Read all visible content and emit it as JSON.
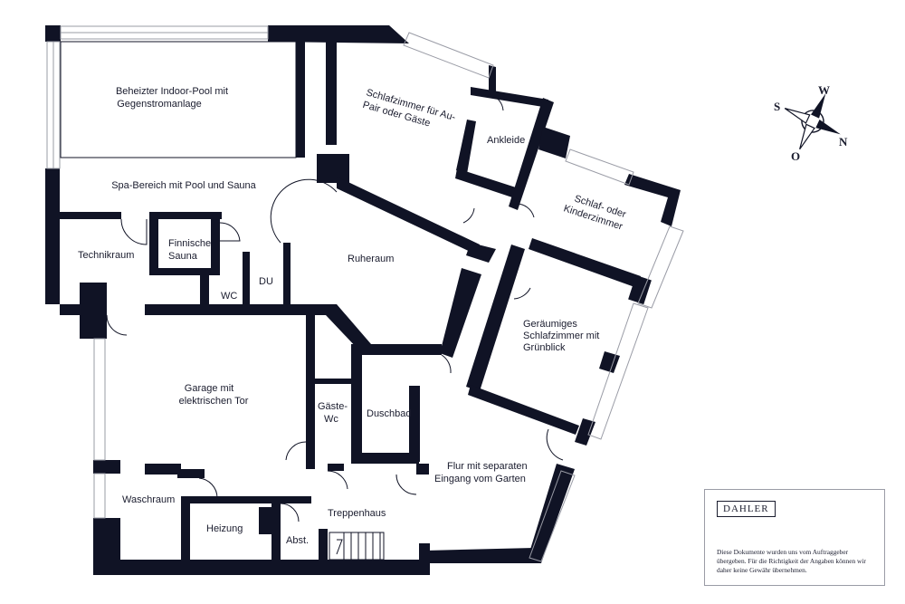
{
  "colors": {
    "wall": "#101325",
    "window": "#9a9ca6",
    "text": "#1a1c2e"
  },
  "rooms": {
    "pool": [
      "Beheizter Indoor-Pool mit",
      "Gegenstromanlage"
    ],
    "spa": "Spa-Bereich mit Pool und Sauna",
    "schlaf_aupair": [
      "Schlafzimmer für Au-",
      "Pair oder Gäste"
    ],
    "ankleide": "Ankleide",
    "kinder": [
      "Schlaf- oder",
      "Kinderzimmer"
    ],
    "technik": "Technikraum",
    "sauna": [
      "Finnische",
      "Sauna"
    ],
    "wc": "WC",
    "du": "DU",
    "ruhe": "Ruheraum",
    "gruen": [
      "Geräumiges",
      "Schlafzimmer mit",
      "Grünblick"
    ],
    "garage": [
      "Garage mit",
      "elektrischen Tor"
    ],
    "gaeste_wc": [
      "Gäste-",
      "Wc"
    ],
    "duschbad": "Duschbad",
    "flur": [
      "Flur mit separaten",
      "Eingang vom Garten"
    ],
    "wasch": "Waschraum",
    "heizung": "Heizung",
    "treppe": "Treppenhaus",
    "abst": "Abst."
  },
  "compass": {
    "north": "N",
    "south": "S",
    "west": "W",
    "east": "O"
  },
  "brand": "DAHLER",
  "disclaimer": "Diese Dokumente wurden uns vom Auftraggeber übergeben. Für die Richtigkeit der Angaben können wir daher keine Gewähr übernehmen."
}
